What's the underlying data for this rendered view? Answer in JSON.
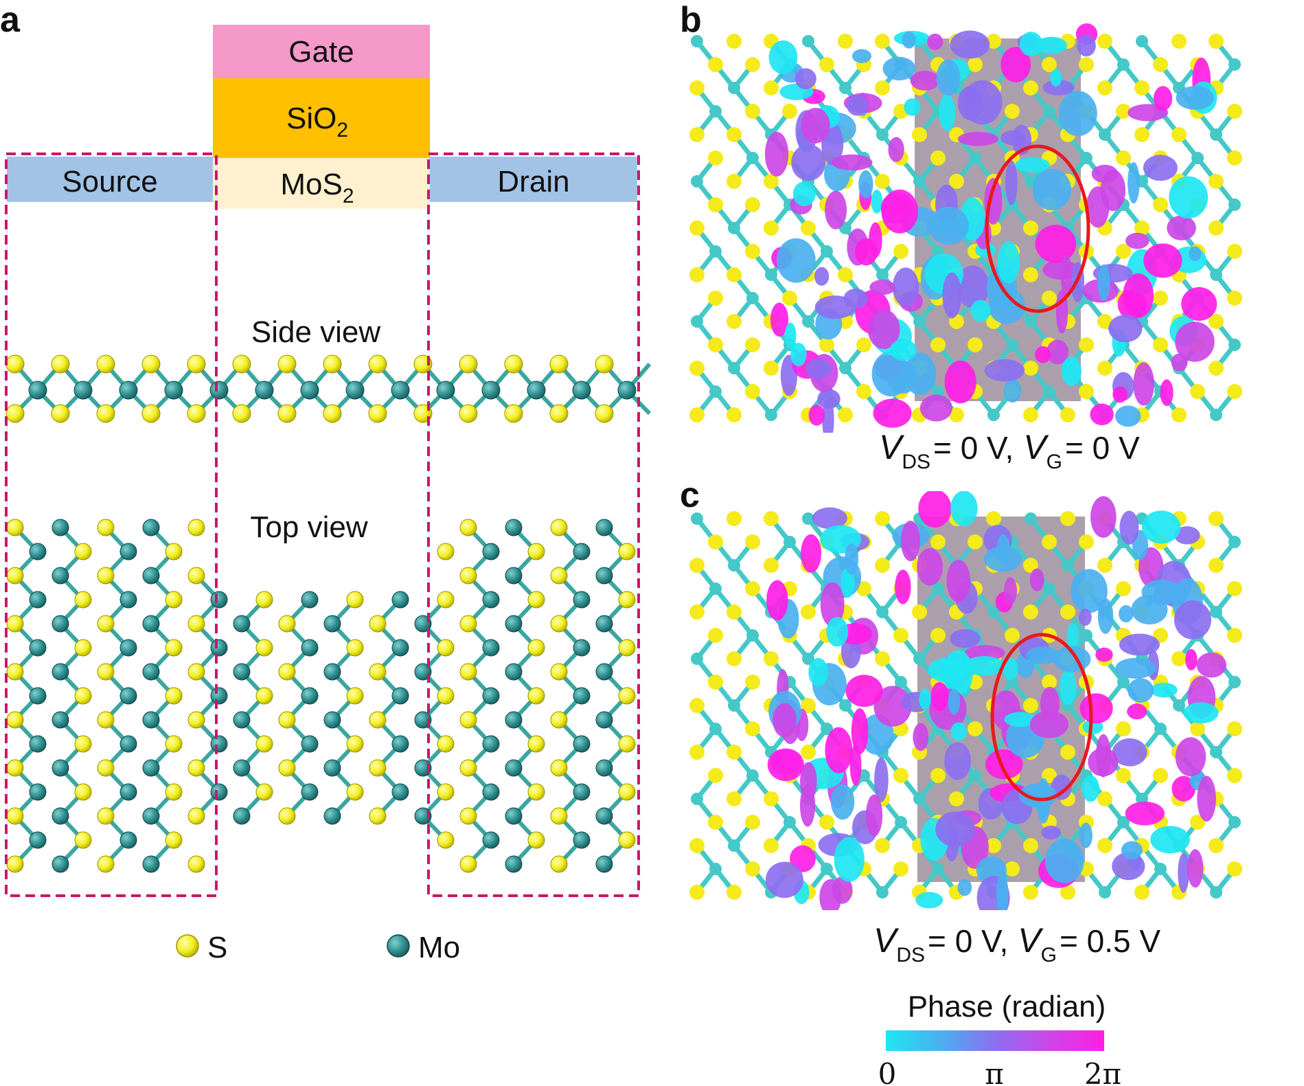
{
  "panels": {
    "a": {
      "letter": "a",
      "stack": {
        "gate": "Gate",
        "oxide_main": "SiO",
        "oxide_sub": "2",
        "channel_main": "MoS",
        "channel_sub": "2",
        "source": "Source",
        "drain": "Drain"
      },
      "side_view": "Side view",
      "top_view": "Top view",
      "legend": {
        "s_label": "S",
        "mo_label": "Mo"
      }
    },
    "b": {
      "letter": "b",
      "v_ds_symbol": "V",
      "v_ds_sub": "DS",
      "v_ds_value": "= 0 V,",
      "v_g_symbol": "V",
      "v_g_sub": "G",
      "v_g_value": "= 0 V"
    },
    "c": {
      "letter": "c",
      "v_ds_symbol": "V",
      "v_ds_sub": "DS",
      "v_ds_value": "= 0 V,",
      "v_g_symbol": "V",
      "v_g_sub": "G",
      "v_g_value": "= 0.5 V"
    }
  },
  "colorbar": {
    "title": "Phase (radian)",
    "tick_0": "0",
    "tick_pi": "π",
    "tick_2pi": "2π",
    "gradient_colors": [
      "#1ee6f2",
      "#4ab0f0",
      "#8c6ff0",
      "#cc46e6",
      "#ff1ee6"
    ]
  },
  "colors": {
    "gate": "#f59ac8",
    "oxide": "#ffc000",
    "channel": "#fff1cf",
    "contact": "#a2c3e6",
    "dashed_box": "#c8176b",
    "sulfur": "#f2ee1f",
    "molybdenum": "#2f8d8f",
    "bond_side": "#3aa6a0",
    "shaded_region": "#8c7a8c",
    "ellipse": "#e8191c",
    "atom_bc_s": "#f5ea1a",
    "atom_bc_mo": "#45c8c8"
  }
}
